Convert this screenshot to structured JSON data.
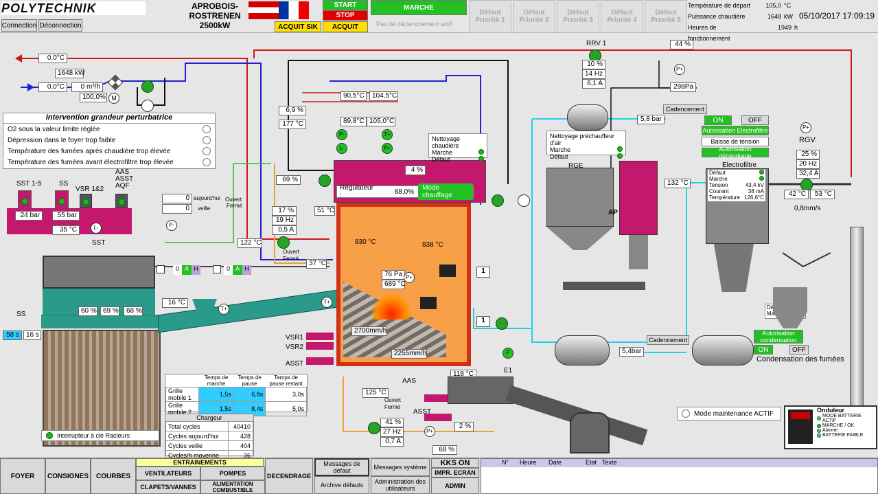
{
  "header": {
    "logo": "POLYTECHNIK",
    "site_line1": "APROBOIS-",
    "site_line2": "ROSTRENEN",
    "site_line3": "2500kW",
    "connect": "Connection",
    "disconnect": "Déconnection",
    "start": "START",
    "stop": "STOP",
    "acquit_sik": "ACQUIT SIK",
    "acquit": "ACQUIT",
    "marche": "MARCHE",
    "no_trip": "Pas de déclenchement actif",
    "faults": [
      "Défaut\nPriorité 1",
      "Défaut\nPriorité 2",
      "Défaut\nPriorité 3",
      "Défaut\nPriorité 4",
      "Défaut\nPriorité 5"
    ],
    "stats": [
      {
        "label": "Température de départ",
        "value": "105,0",
        "unit": "°C"
      },
      {
        "label": "Puissance chaudière",
        "value": "1648",
        "unit": "kW"
      },
      {
        "label": "Heures de fonctionnement",
        "value": "1949",
        "unit": "h"
      }
    ],
    "datetime": "05/10/2017 17:09:19"
  },
  "process": {
    "t_out": "0,0°C",
    "t_in": "0,0°C",
    "power": "1648 kW",
    "flow": "0 m³/h",
    "valve": "100,0%",
    "temp_905": "90,5°C",
    "temp_1045": "104,5°C",
    "temp_898": "89,8°C",
    "temp_1050": "105,0°C",
    "pct_69a": "6,9 %",
    "t_177": "177 °C",
    "pct_69b": "69 %",
    "pct_4": "4 %",
    "regulator_label": "Régulateur :",
    "regulator_val": "88,0%",
    "mode": "Mode chauffage",
    "t_51": "51 °C",
    "t_830": "830 °C",
    "t_838": "838 °C",
    "pressure": "76 Pa",
    "t_689": "689 °C",
    "t_122": "122 °C",
    "t_37": "37 °C",
    "pct_17": "17 %",
    "hz_19": "19 Hz",
    "amp_05": "0,5 A",
    "ouvert": "Ouvert",
    "ferme": "Fermé",
    "today": "0",
    "today_lbl": "aujourd'hui",
    "yesterday": "0",
    "yesterday_lbl": "veille",
    "len1": "2700mm/h",
    "len2": "2255mm/h",
    "t_118": "118 °C",
    "t_125": "125 °C",
    "pct_41": "41 %",
    "hz_27": "27 Hz",
    "amp_07": "0,7 A",
    "pct_2": "2 %",
    "pct_68": "68 %",
    "t_16": "16 °C",
    "aas": "AAS",
    "asst": "ASST",
    "vsr1": "VSR1",
    "vsr2": "VSR2",
    "asst2": "ASST",
    "aas2": "AAS",
    "e1": "E1"
  },
  "interventions": {
    "title": "Intervention grandeur perturbatrice",
    "items": [
      "O2 sous la valeur limite réglée",
      "Dépression dans le foyer trop faible",
      "Température des fumées après chaudière trop élevée",
      "Température des fumées avant électrofiltre trop élevée"
    ]
  },
  "sst": {
    "labels": [
      "SST 1-5",
      "SS",
      "VSR 1&2",
      "AAS\nASST\nAQF"
    ],
    "bar1": "24 bar",
    "bar2": "55 bar",
    "temp": "35 °C",
    "name": "SST"
  },
  "grate": {
    "ss_label": "SS",
    "ss1": "58 s",
    "ss2": "16 s",
    "pcts": [
      "60 %",
      "69 %",
      "68 %"
    ],
    "header": [
      "",
      "Temps de marche",
      "Temps de pause",
      "Temps de pause restant"
    ],
    "rows": [
      [
        "Grille mobile 1",
        "1,5s",
        "6,8s",
        "3,0s"
      ],
      [
        "Grille mobile 2",
        "1,5s",
        "8,4s",
        "5,0s"
      ]
    ],
    "loader_title": "Chargeur",
    "loader": [
      [
        "Total cycles",
        "40410"
      ],
      [
        "Cycles aujourd'hui",
        "428"
      ],
      [
        "Cycles veille",
        "404"
      ],
      [
        "Cycles/h moyenne",
        "36"
      ]
    ],
    "key_switch": "Interrupteur à clé Racleurs"
  },
  "cleaning": {
    "boiler_title": "Nettoyage chaudière",
    "boiler_items": [
      "Marche",
      "Défaut"
    ],
    "air_title": "Nettoyage préchauffeur d'air",
    "air_items": [
      "Marche",
      "Défaut"
    ]
  },
  "rrv": {
    "name": "RRV 1",
    "pct": "10 %",
    "hz": "14 Hz",
    "amp": "6,1 A",
    "pct_top": "44 %",
    "pa": "298Pa",
    "bar": "5,8 bar",
    "cad1": "Cadencement"
  },
  "filter": {
    "rge": "RGE",
    "ap": "AP",
    "t_132": "132 °C",
    "on": "ON",
    "off": "OFF",
    "auth_ef": "Autorisation Electrofiltre",
    "baisse": "Baisse de tension",
    "auth_dec": "Autorisation décendrage",
    "ef_title": "Electrofiltre",
    "ef_rows": [
      [
        "Défaut",
        ""
      ],
      [
        "Marche",
        ""
      ],
      [
        "Tension",
        "43,4 kV"
      ],
      [
        "Courant",
        "38 mA"
      ],
      [
        "Température",
        "126,6°C"
      ]
    ]
  },
  "rgv": {
    "name": "RGV",
    "pct": "25 %",
    "hz": "20 Hz",
    "amp": "32,4 A",
    "t_42": "42 °C",
    "t_53": "53 °C",
    "speed": "0,8mm/s"
  },
  "condensation": {
    "bar": "5,4bar",
    "cad2": "Cadencement",
    "auth": "Autorisation condensation",
    "on": "ON",
    "off": "OFF",
    "title": "Condensation des fumées",
    "defaut": "Défaut",
    "marche": "Marche"
  },
  "maintenance": "Mode maintenance ACTIF",
  "ups": {
    "title": "Onduleur",
    "items": [
      "MODE BATTERIE ACTIF",
      "MARCHE / OK",
      "Alarme",
      "BATTERIE FAIBLE"
    ]
  },
  "nav": {
    "foyer": "FOYER",
    "consignes": "CONSIGNES",
    "courbes": "COURBES",
    "entrainements": "ENTRAINEMENTS",
    "ventilateurs": "VENTILATEURS",
    "pompes": "POMPES",
    "clapets": "CLAPETS/VANNES",
    "alimentation": "ALIMENTATION COMBUSTIBLE",
    "decendrage": "DECENDRAGE",
    "messages_defaut": "Messages de défaut",
    "archive_defauts": "Archive défauts",
    "messages_systeme": "Messages système",
    "admin_users": "Administration des utilisateurs",
    "kks": "KKS ON",
    "impr": "IMPR. ECRAN",
    "admin": "ADMIN"
  },
  "msg_columns": [
    "N°",
    "Heure",
    "Date",
    "Etat",
    "Texte"
  ],
  "colors": {
    "boiler_pink": "#c4186e",
    "teal": "#2a9a8a",
    "furnace": "#f8a048",
    "brick": "#d03018",
    "pipe_red": "#d01818",
    "pipe_blue": "#2020d0",
    "pipe_cyan": "#20d0f0",
    "pipe_orange": "#f0a030"
  }
}
